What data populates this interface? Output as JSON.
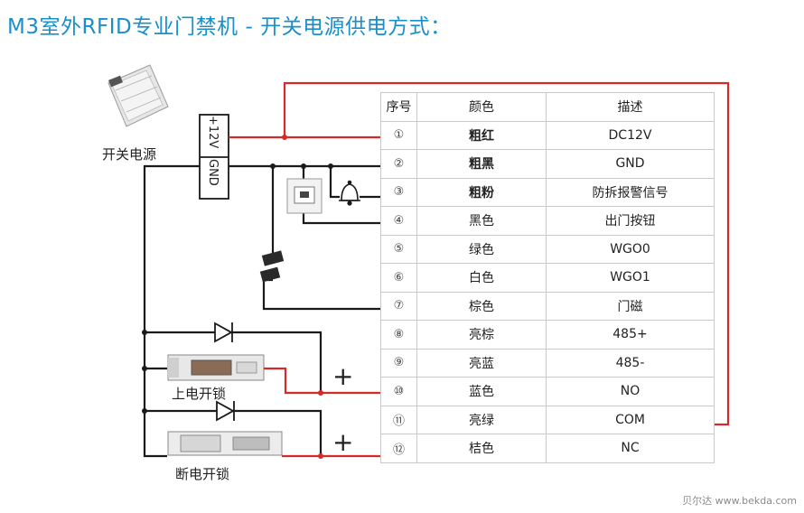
{
  "title": "M3室外RFID专业门禁机 - 开关电源供电方式：",
  "power_supply": {
    "label": "开关电源",
    "terminal_plus": "+12V",
    "terminal_gnd": "GND"
  },
  "locks": {
    "powered_lock_label": "上电开锁",
    "unpowered_lock_label": "断电开锁",
    "plus_sign": "+"
  },
  "table": {
    "headers": [
      "序号",
      "颜色",
      "描述"
    ],
    "rows": [
      {
        "no": "①",
        "color": "粗红",
        "desc": "DC12V",
        "bold": true
      },
      {
        "no": "②",
        "color": "粗黑",
        "desc": "GND",
        "bold": true
      },
      {
        "no": "③",
        "color": "粗粉",
        "desc": "防拆报警信号",
        "bold": true
      },
      {
        "no": "④",
        "color": "黑色",
        "desc": "出门按钮",
        "bold": false
      },
      {
        "no": "⑤",
        "color": "绿色",
        "desc": "WGO0",
        "bold": false
      },
      {
        "no": "⑥",
        "color": "白色",
        "desc": "WGO1",
        "bold": false
      },
      {
        "no": "⑦",
        "color": "棕色",
        "desc": "门磁",
        "bold": false
      },
      {
        "no": "⑧",
        "color": "亮棕",
        "desc": "485+",
        "bold": false
      },
      {
        "no": "⑨",
        "color": "亮蓝",
        "desc": "485-",
        "bold": false
      },
      {
        "no": "⑩",
        "color": "蓝色",
        "desc": "NO",
        "bold": false
      },
      {
        "no": "⑪",
        "color": "亮绿",
        "desc": "COM",
        "bold": false
      },
      {
        "no": "⑫",
        "color": "桔色",
        "desc": "NC",
        "bold": false
      }
    ]
  },
  "watermark": "贝尔达 www.bekda.com",
  "colors": {
    "title": "#1a8fc9",
    "wire_red": "#d42a2a",
    "wire_black": "#1a1a1a",
    "table_border": "#c9c9c9"
  }
}
